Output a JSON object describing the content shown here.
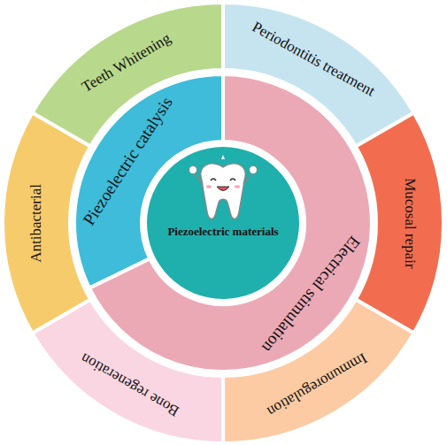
{
  "diagram": {
    "nodes": [
      {
        "text": [
          "Piezoelectric materials"
        ]
      },
      {
        "text": [
          "Piezoelectric catalysis"
        ]
      },
      {
        "text": [
          "Electrical stimulation"
        ]
      },
      {
        "text": [
          "Teeth Whitening"
        ]
      },
      {
        "text": [
          "Periodontitis treatment"
        ]
      },
      {
        "text": [
          "Mucosal repair"
        ]
      },
      {
        "text": [
          "Immunoregulation"
        ]
      },
      {
        "text": [
          "Bone regeneration"
        ]
      },
      {
        "text": [
          "Antibacterial"
        ]
      }
    ]
  }
}
